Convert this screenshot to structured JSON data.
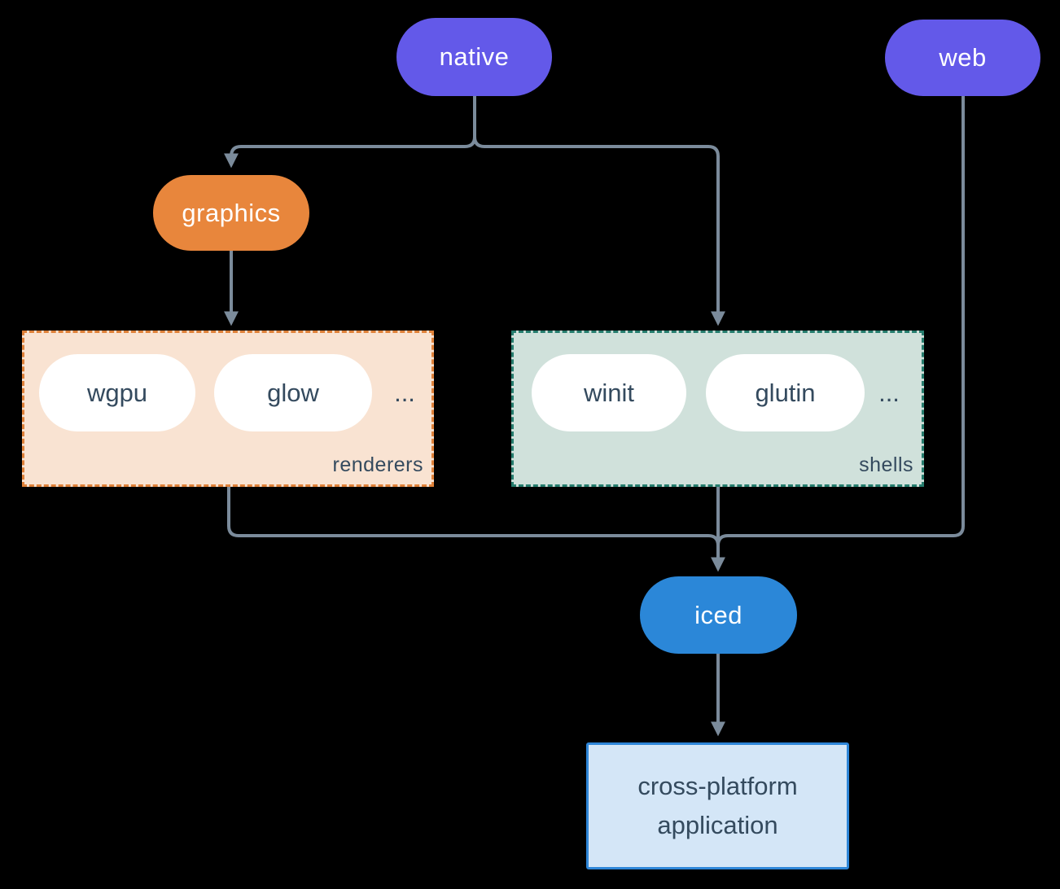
{
  "nodes": {
    "native": {
      "label": "native",
      "color": "#6359e9"
    },
    "web": {
      "label": "web",
      "color": "#6359e9"
    },
    "graphics": {
      "label": "graphics",
      "color": "#e8863c"
    },
    "iced": {
      "label": "iced",
      "color": "#2b87d8"
    }
  },
  "groups": {
    "renderers": {
      "label": "renderers",
      "items": [
        "wgpu",
        "glow"
      ],
      "ellipsis": "...",
      "fill": "#f9e3d2",
      "border": "#df8139"
    },
    "shells": {
      "label": "shells",
      "items": [
        "winit",
        "glutin"
      ],
      "ellipsis": "...",
      "fill": "#d0e1db",
      "border": "#267d6e"
    }
  },
  "application": {
    "label": "cross-platform application",
    "fill": "#d4e6f7",
    "border": "#2e86d8"
  },
  "colors": {
    "background": "#000000",
    "connector": "#7b8b9b",
    "text_dark": "#344a5e",
    "text_light": "#ffffff",
    "item_pill_fill": "#ffffff"
  }
}
